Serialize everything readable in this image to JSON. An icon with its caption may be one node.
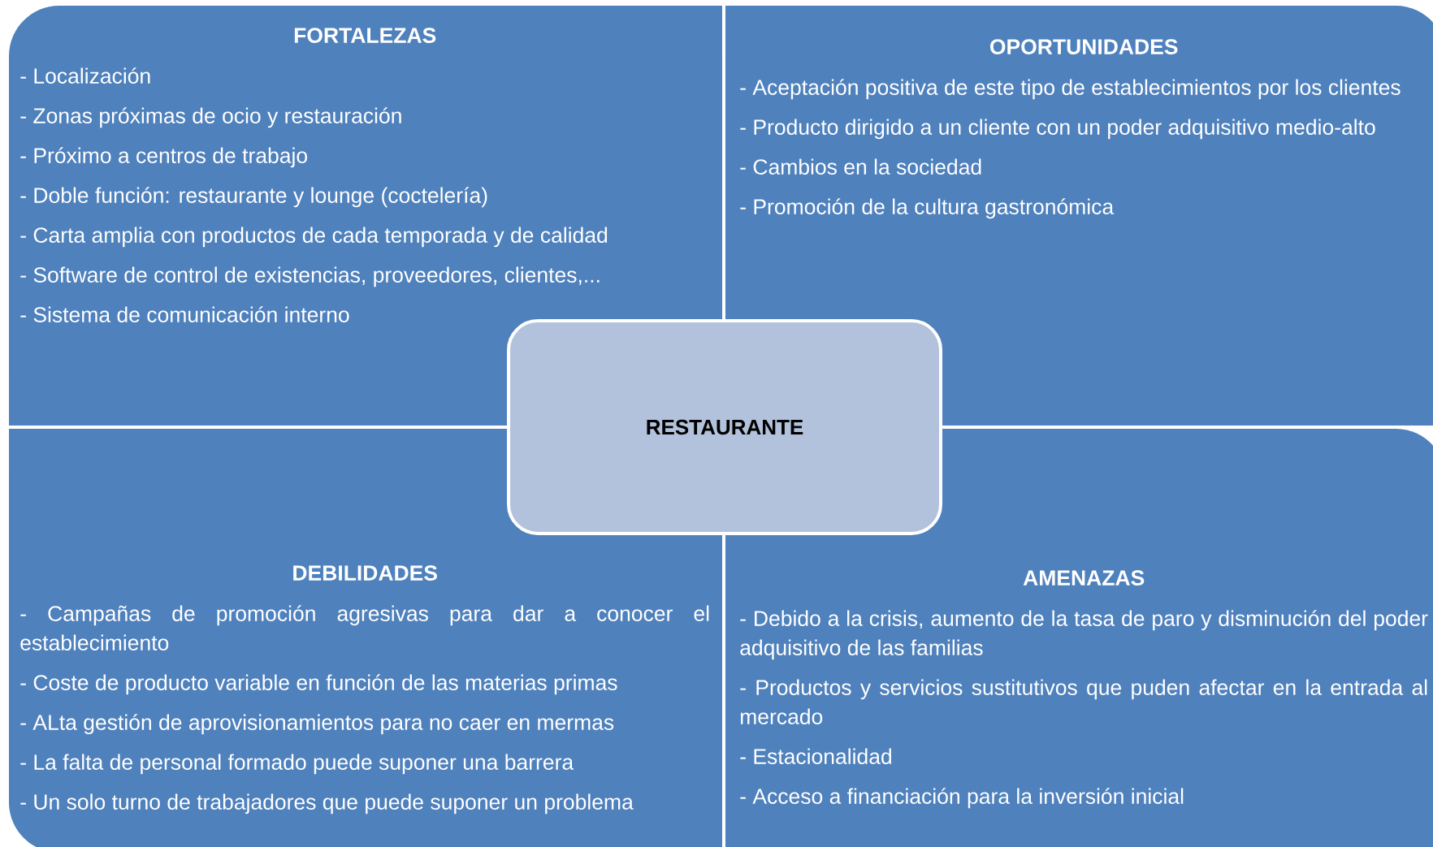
{
  "diagram": {
    "nodes": [
      {
        "text": [
          "FORTALEZAS",
          "- Localización",
          "- Zonas próximas de ocio y restauración",
          "- Próximo a centros de trabajo",
          "- Doble función: restaurante y lounge (coctelería)",
          "- Carta amplia con productos de cada temporada y de calidad",
          "- Software de control de existencias, proveedores, clientes,...",
          "- Sistema de comunicación interno"
        ]
      },
      {
        "text": [
          "OPORTUNIDADES",
          "- Aceptación positiva de este tipo de establecimientos por los clientes",
          "- Producto dirigido a un cliente con un poder adquisitivo medio-alto",
          "- Cambios en la sociedad",
          "- Promoción de la cultura gastronómica"
        ]
      },
      {
        "text": [
          "RESTAURANTE"
        ]
      },
      {
        "text": [
          "DEBILIDADES",
          "- Campañas de promoción agresivas para dar a conocer el establecimiento",
          "- Coste de producto variable en función de las materias primas",
          "- ALta gestión de aprovisionamientos para no caer en mermas",
          "- La falta de personal formado puede suponer una barrera",
          "- Un solo turno de trabajadores que puede suponer un problema"
        ]
      },
      {
        "text": [
          "AMENAZAS",
          "- Debido a la crisis, aumento de la tasa de paro y disminución del poder adquisitivo de las familias",
          "- Productos y servicios sustitutivos que puden afectar en la entrada al mercado",
          "- Estacionalidad",
          "- Acceso a financiación para la inversión inicial"
        ]
      }
    ]
  }
}
